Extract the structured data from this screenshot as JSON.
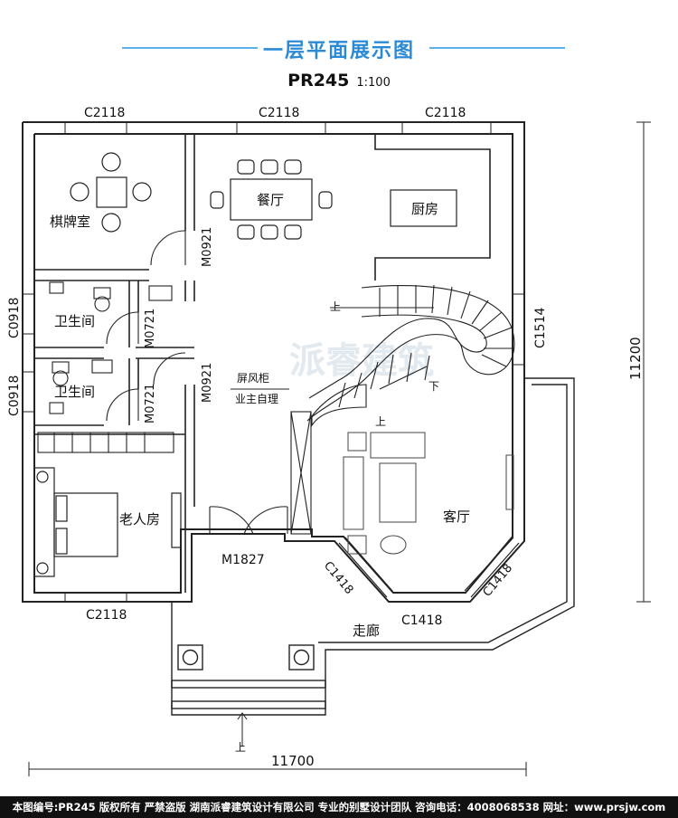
{
  "title": "一层平面展示图",
  "plan_code": "PR245",
  "scale": "1:100",
  "rooms": {
    "chess_room": "棋牌室",
    "dining": "餐厅",
    "kitchen": "厨房",
    "bathroom_1": "卫生间",
    "bathroom_2": "卫生间",
    "elder_room": "老人房",
    "living_room": "客厅",
    "corridor": "走廊",
    "screen_cabinet": "屏风柜",
    "owner_note": "业主自理"
  },
  "windows": {
    "top_left": "C2118",
    "top_mid": "C2118",
    "top_right": "C2118",
    "bottom_left": "C2118",
    "left_1": "C0918",
    "left_2": "C0918",
    "right_stair": "C1514",
    "bay_left": "C1418",
    "bay_right": "C1418",
    "bay_bottom": "C1418"
  },
  "doors": {
    "chess": "M0921",
    "bath_1": "M0721",
    "bath_2": "M0721",
    "hall": "M0921",
    "main": "M1827"
  },
  "stairs": {
    "up_1": "上",
    "down": "下",
    "up_2": "上",
    "entry_up": "上"
  },
  "dimensions": {
    "width": "11700",
    "depth": "11200"
  },
  "watermark": "派睿建筑",
  "footer": "本图编号:PR245 版权所有 严禁盗版 湖南派睿建筑设计有限公司 专业的别墅设计团队 咨询电话：4008068538 网址：www.prsjw.com",
  "colors": {
    "title": "#2b8ad6",
    "title_line": "#5ab0e8",
    "wall": "#222222",
    "footer_bg": "#111111"
  }
}
